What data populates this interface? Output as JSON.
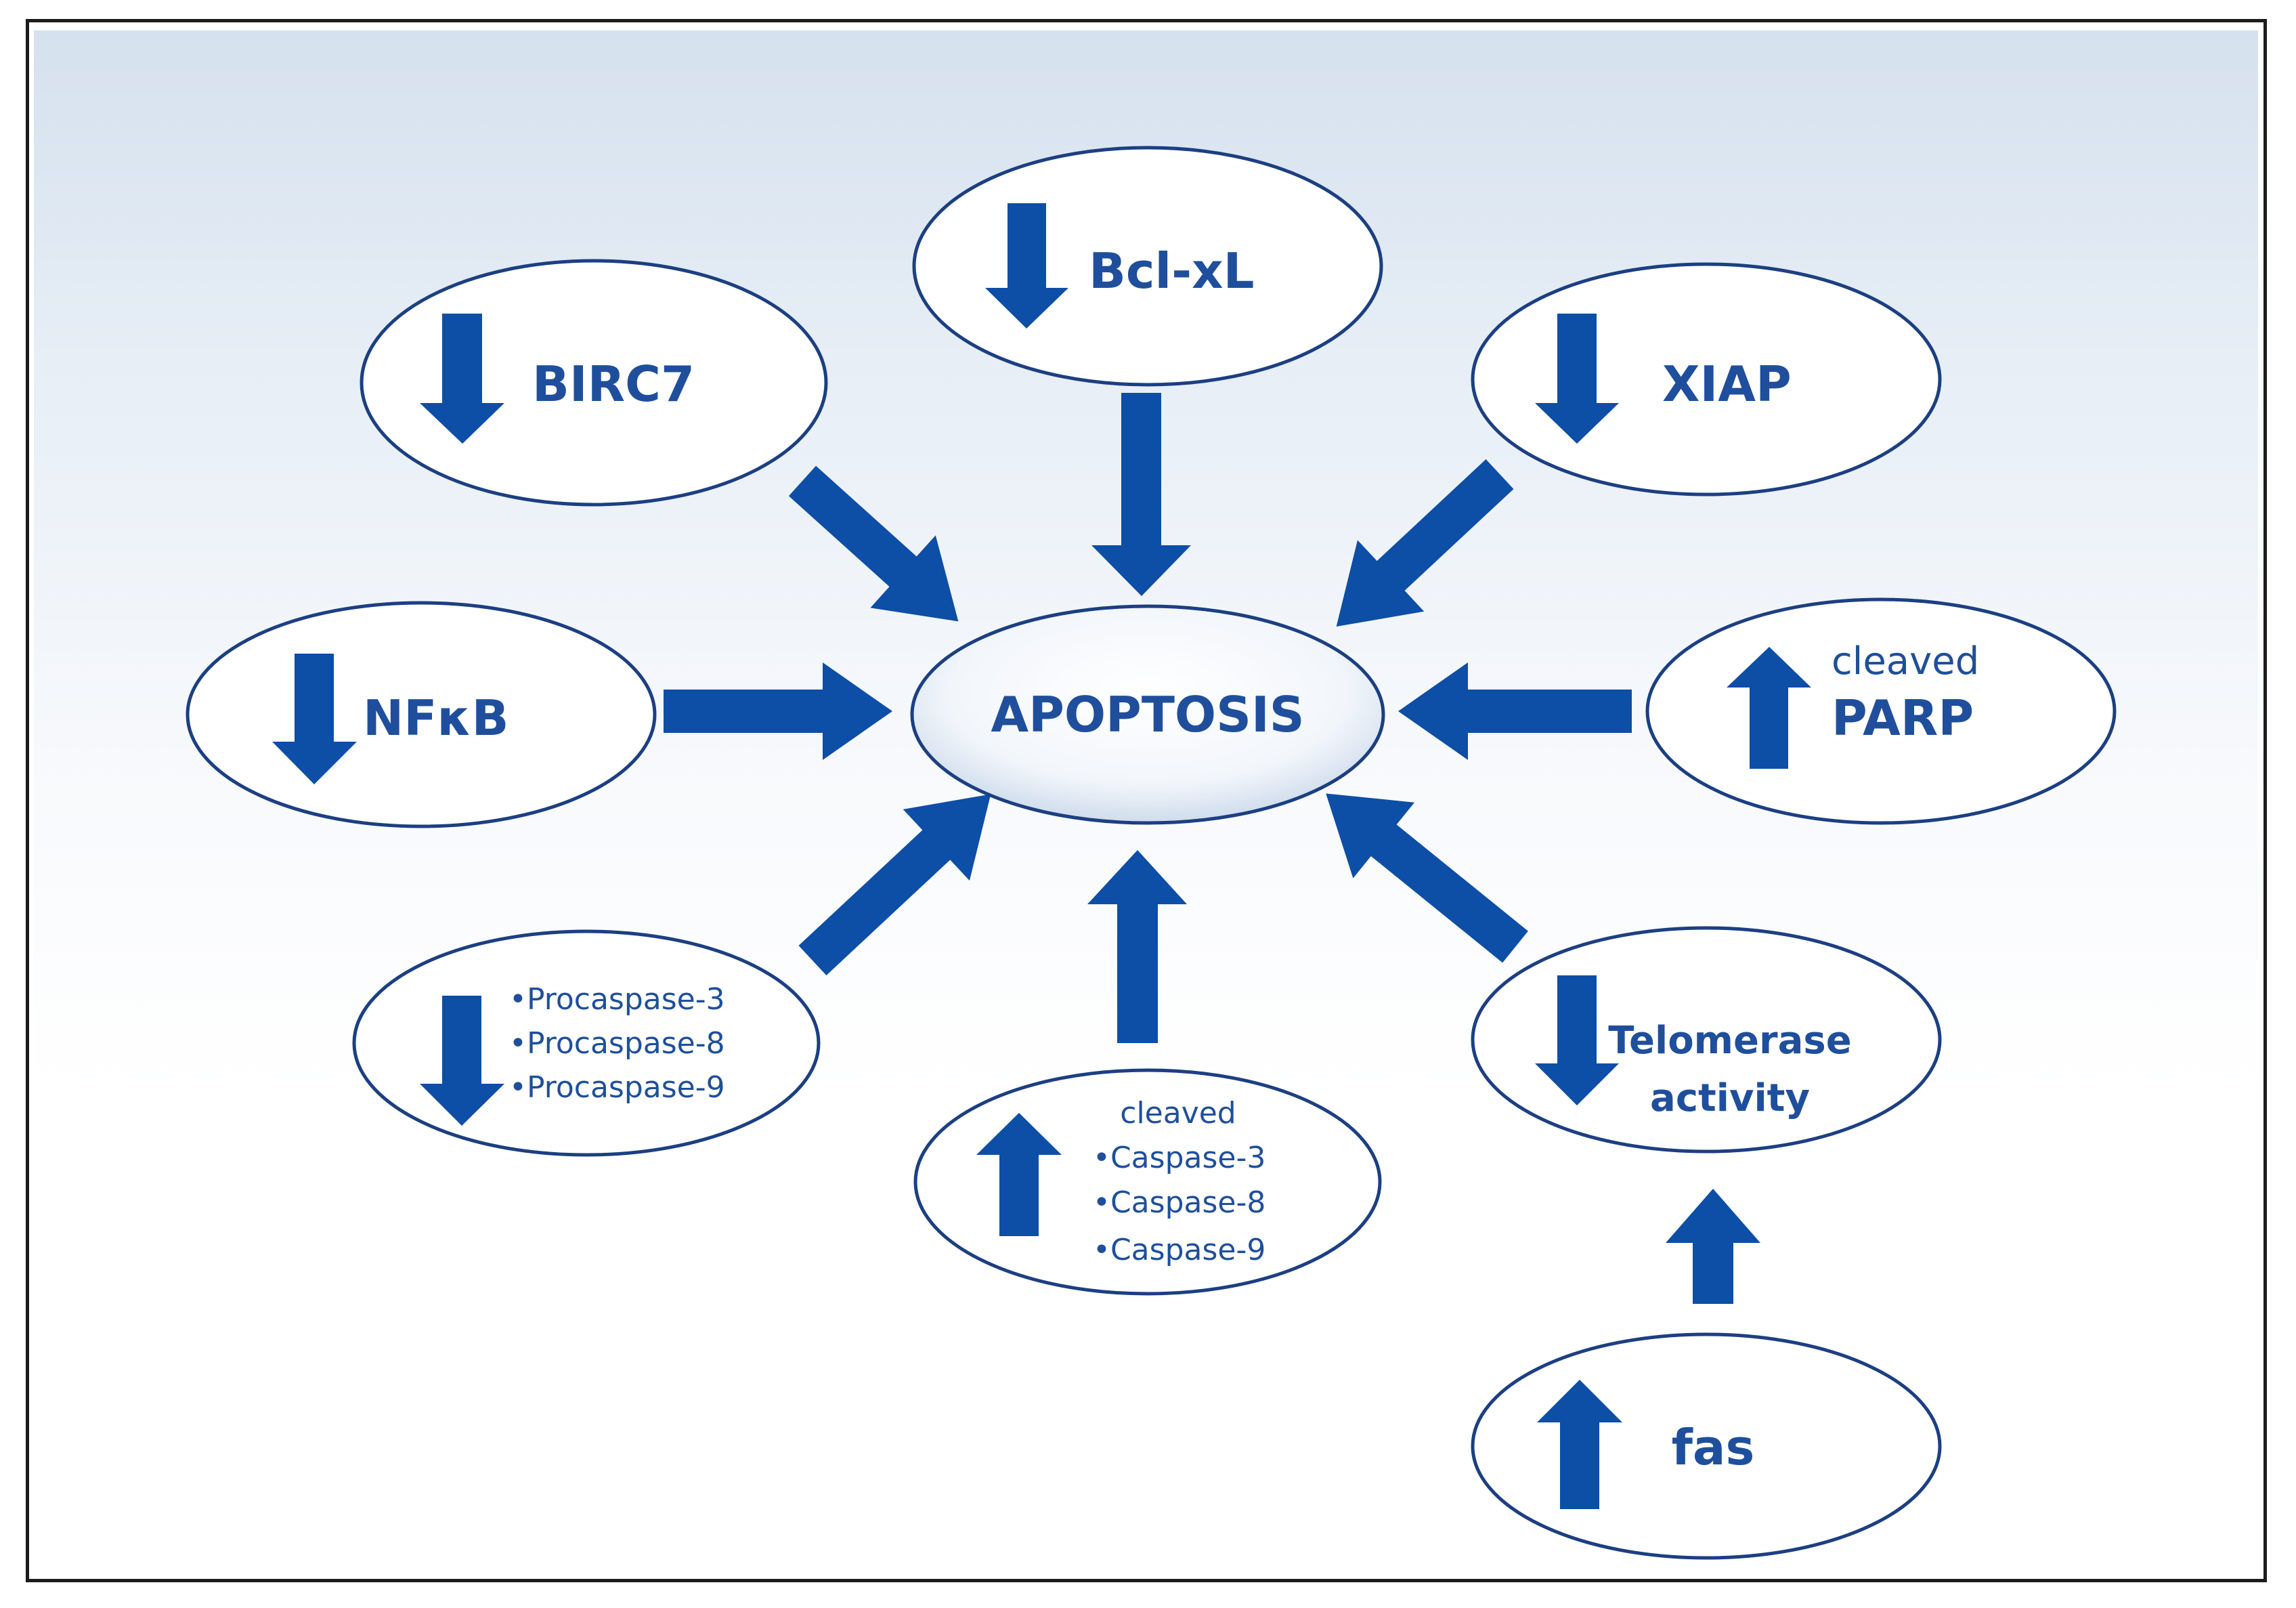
{
  "colors": {
    "arrow": "#0d4ea6",
    "ellipse_stroke": "#1c3f82",
    "text": "#1f4f9c"
  },
  "center": {
    "label": "APOPTOSIS"
  },
  "nodes": {
    "bclxl": {
      "label": "Bcl-xL",
      "direction": "down"
    },
    "birc7": {
      "label": "BIRC7",
      "direction": "down"
    },
    "xiap": {
      "label": "XIAP",
      "direction": "down"
    },
    "nfkb": {
      "label": "NFκB",
      "direction": "down"
    },
    "parp": {
      "line1": "cleaved",
      "line2": "PARP",
      "direction": "up"
    },
    "procaspase": {
      "items": [
        "•Procaspase-3",
        "•Procaspase-8",
        "•Procaspase-9"
      ],
      "direction": "down"
    },
    "caspase": {
      "heading": "cleaved",
      "items": [
        "•Caspase-3",
        "•Caspase-8",
        "•Caspase-9"
      ],
      "direction": "up"
    },
    "telomerase": {
      "line1": "Telomerase",
      "line2": "activity",
      "direction": "down"
    },
    "fas": {
      "label": "fas",
      "direction": "up"
    }
  }
}
